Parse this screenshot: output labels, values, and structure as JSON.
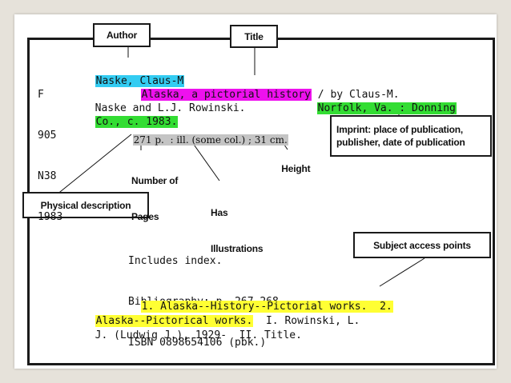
{
  "colors": {
    "author_highlight": "#33ccf2",
    "title_highlight": "#ee11ee",
    "imprint_highlight": "#33dd33",
    "physical_highlight": "#c4c4c4",
    "subject_highlight": "#ffff33"
  },
  "callouts": {
    "author": "Author",
    "title": "Title",
    "imprint_line1": "Imprint: place of publication,",
    "imprint_line2": "publisher, date of publication",
    "physical_description": "Physical description",
    "subject_access_points": "Subject access points",
    "number_of_pages_line1": "Number of",
    "number_of_pages_line2": "Pages",
    "has_illustrations_line1": "Has",
    "has_illustrations_line2": "Illustrations",
    "height": "Height"
  },
  "call_number": [
    "F",
    "905",
    "N38",
    "1983"
  ],
  "record": {
    "author": "Naske, Claus-M",
    "title": "Alaska, a pictorial history",
    "statement": " / by Claus-M.",
    "line3_text": "Naske and L.J. Rowinski.",
    "imprint_part1": "Norfolk, Va. : Donning",
    "imprint_part2": "Co., c. 1983.",
    "physical": "271 p.  : ill. (some col.) ; 31 cm.",
    "note1": "Includes index.",
    "note2": "Bibliography: p. 267-268.",
    "note3": "ISBN 0898654106 (pbk.)",
    "subject1": "1. Alaska--History--Pictorial works.  2.",
    "subject2": "Alaska--Pictorical works.",
    "added_entries1": "  I. Rowinski, L.",
    "added_entries2": "J. (Ludwig J.), 1929-  II. Title."
  }
}
